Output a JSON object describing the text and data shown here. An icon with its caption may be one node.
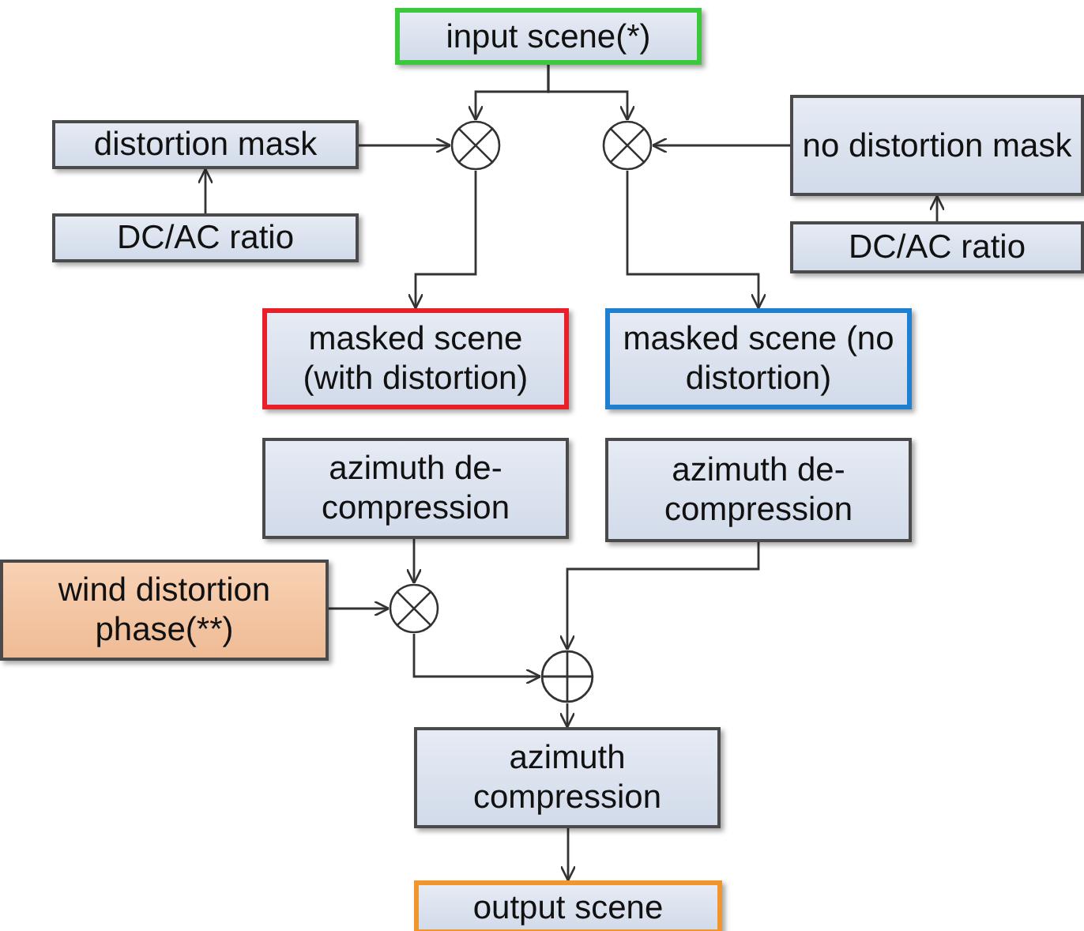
{
  "diagram": {
    "nodes": [
      {
        "text": [
          "input scene(*)"
        ]
      },
      {
        "text": [
          "distortion mask"
        ]
      },
      {
        "text": [
          "DC/AC ratio"
        ]
      },
      {
        "text": [],
        "shape": "circle"
      },
      {
        "text": [],
        "shape": "circle"
      },
      {
        "text": [
          "no distortion mask"
        ]
      },
      {
        "text": [
          "DC/AC ratio"
        ]
      },
      {
        "text": [
          "masked scene (with distortion)"
        ]
      },
      {
        "text": [
          "masked scene (no distortion)"
        ]
      },
      {
        "text": [
          "azimuth de-compression"
        ]
      },
      {
        "text": [
          "azimuth de-compression"
        ]
      },
      {
        "text": [
          "wind distortion phase(**)"
        ]
      },
      {
        "text": [],
        "shape": "circle"
      },
      {
        "text": [],
        "shape": "circle"
      },
      {
        "text": [
          "azimuth compression"
        ]
      },
      {
        "text": [
          "output scene"
        ]
      }
    ],
    "edges": [
      {
        "from": 0,
        "to": 3,
        "arrow": "to"
      },
      {
        "from": 0,
        "to": 4,
        "arrow": "to"
      },
      {
        "from": 1,
        "to": 3,
        "arrow": "to"
      },
      {
        "from": 2,
        "to": 1,
        "arrow": "to"
      },
      {
        "from": 5,
        "to": 4,
        "arrow": "to"
      },
      {
        "from": 6,
        "to": 5,
        "arrow": "to"
      },
      {
        "from": 3,
        "to": 7,
        "arrow": "to"
      },
      {
        "from": 4,
        "to": 8,
        "arrow": "to"
      },
      {
        "from": 9,
        "to": 12,
        "arrow": "to"
      },
      {
        "from": 11,
        "to": 12,
        "arrow": "to"
      },
      {
        "from": 12,
        "to": 13,
        "arrow": "to"
      },
      {
        "from": 10,
        "to": 13,
        "arrow": "to"
      },
      {
        "from": 13,
        "to": 14,
        "arrow": "to"
      },
      {
        "from": 14,
        "to": 15,
        "arrow": "to"
      }
    ]
  }
}
